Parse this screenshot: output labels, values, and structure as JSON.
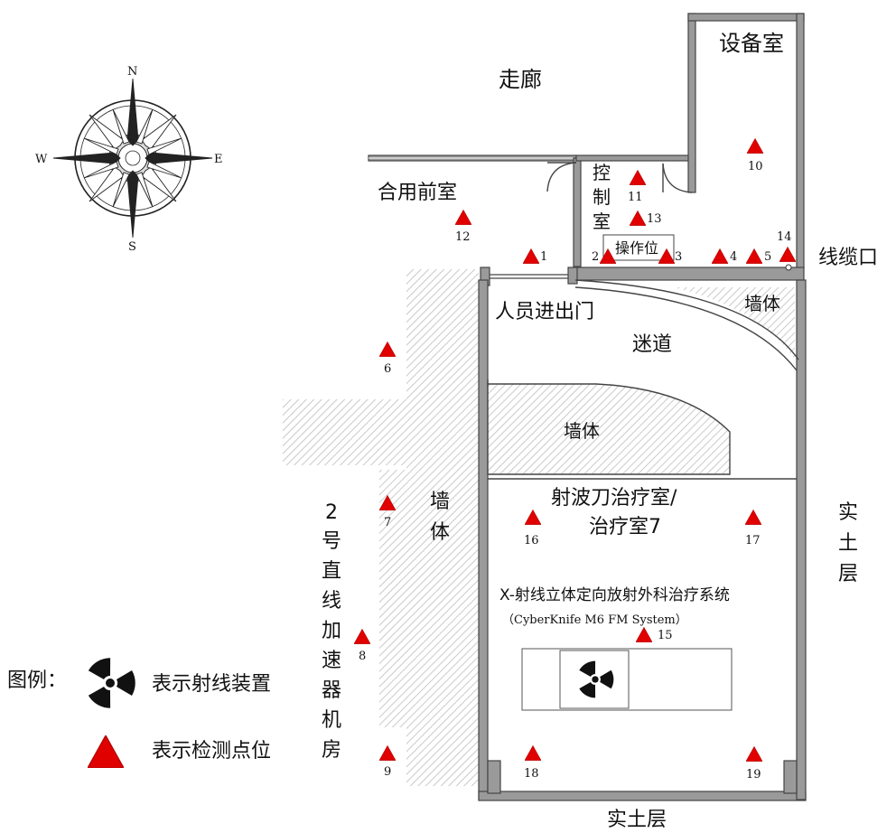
{
  "labels": {
    "corridor": "走廊",
    "equipment_room": "设备室",
    "shared_anteroom": "合用前室",
    "control_room": [
      "控",
      "制",
      "室"
    ],
    "operator_position": "操作位",
    "cable_port": "线缆口",
    "staff_door": "人员进出门",
    "maze": "迷道",
    "wall_top_right": "墙体",
    "wall_inner": "墙体",
    "wall_left": [
      "墙",
      "体"
    ],
    "treatment_room_line1": "射波刀治疗室/",
    "treatment_room_line2": "治疗室7",
    "solid_soil_right": [
      "实",
      "土",
      "层"
    ],
    "solid_soil_bottom": "实土层",
    "linac_room_vertical": [
      "2",
      "号",
      "直",
      "线",
      "加",
      "速",
      "器",
      "机",
      "房"
    ],
    "system_name": "X-射线立体定向放射外科治疗系统",
    "system_model": "（CyberKnife M6 FM System）"
  },
  "compass": {
    "north": "N",
    "south": "S",
    "east": "E",
    "west": "W"
  },
  "legend": {
    "title": "图例：",
    "radiation_label": "表示射线装置",
    "point_label": "表示检测点位"
  },
  "points": [
    {
      "id": "1"
    },
    {
      "id": "2"
    },
    {
      "id": "3"
    },
    {
      "id": "4"
    },
    {
      "id": "5"
    },
    {
      "id": "6"
    },
    {
      "id": "7"
    },
    {
      "id": "8"
    },
    {
      "id": "9"
    },
    {
      "id": "10"
    },
    {
      "id": "11"
    },
    {
      "id": "12"
    },
    {
      "id": "13"
    },
    {
      "id": "14"
    },
    {
      "id": "15"
    },
    {
      "id": "16"
    },
    {
      "id": "17"
    },
    {
      "id": "18"
    },
    {
      "id": "19"
    }
  ],
  "colors": {
    "marker": "#e00000",
    "wall_fill": "#9a9a9a",
    "hatch": "#bbbbbb"
  }
}
